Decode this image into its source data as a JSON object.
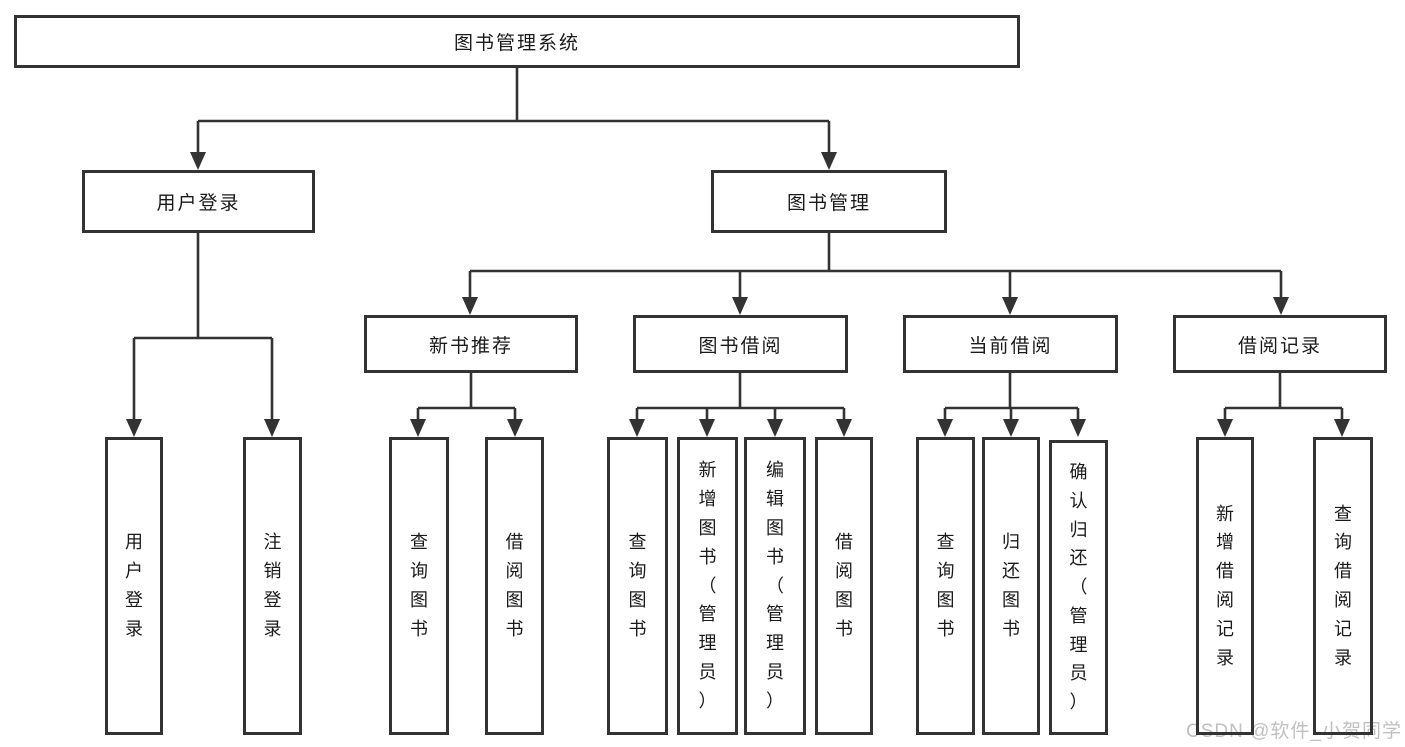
{
  "diagram": {
    "title": "图书管理系统",
    "branches": [
      {
        "label": "用户登录",
        "children": [
          "用户登录",
          "注销登录"
        ]
      },
      {
        "label": "图书管理",
        "children": [
          {
            "label": "新书推荐",
            "children": [
              "查询图书",
              "借阅图书"
            ]
          },
          {
            "label": "图书借阅",
            "children": [
              "查询图书",
              "新增图书（管理员）",
              "编辑图书（管理员）",
              "借阅图书"
            ]
          },
          {
            "label": "当前借阅",
            "children": [
              "查询图书",
              "归还图书",
              "确认归还（管理员）"
            ]
          },
          {
            "label": "借阅记录",
            "children": [
              "新增借阅记录",
              "查询借阅记录"
            ]
          }
        ]
      }
    ]
  },
  "watermark": {
    "text": "CSDN @软件_小贺同学"
  },
  "colors": {
    "line": "#333333",
    "box_border": "#333333",
    "box_fill": "#ffffff",
    "text": "#1a1a1a",
    "watermark": "#c0c0c0",
    "background": "#ffffff"
  }
}
